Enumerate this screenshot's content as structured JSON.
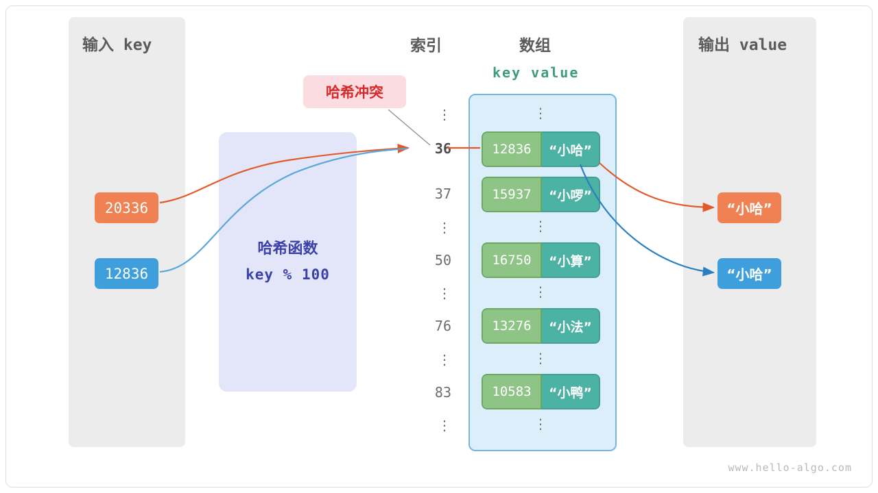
{
  "diagram": {
    "title_input": "输入 key",
    "title_output": "输出 value",
    "col_index": "索引",
    "col_array": "数组",
    "kv_header": "key  value",
    "collision_badge": "哈希冲突",
    "hash_function_title": "哈希函数",
    "hash_function_expr": "key % 100",
    "watermark": "www.hello-algo.com"
  },
  "inputs": [
    {
      "value": "20336",
      "color": "#ef8153"
    },
    {
      "value": "12836",
      "color": "#3e9fdc"
    }
  ],
  "outputs": [
    {
      "value": "“小哈”",
      "color": "#ef8153"
    },
    {
      "value": "“小哈”",
      "color": "#3e9fdc"
    }
  ],
  "rows": [
    {
      "index": "⋮",
      "type": "ellipsis"
    },
    {
      "index": "36",
      "type": "entry",
      "key": "12836",
      "value": "“小哈”",
      "highlight": true
    },
    {
      "index": "37",
      "type": "entry",
      "key": "15937",
      "value": "“小啰”",
      "highlight": false
    },
    {
      "index": "⋮",
      "type": "ellipsis"
    },
    {
      "index": "50",
      "type": "entry",
      "key": "16750",
      "value": "“小算”",
      "highlight": false
    },
    {
      "index": "⋮",
      "type": "ellipsis"
    },
    {
      "index": "76",
      "type": "entry",
      "key": "13276",
      "value": "“小法”",
      "highlight": false
    },
    {
      "index": "⋮",
      "type": "ellipsis"
    },
    {
      "index": "83",
      "type": "entry",
      "key": "10583",
      "value": "“小鸭”",
      "highlight": false
    },
    {
      "index": "⋮",
      "type": "ellipsis"
    }
  ],
  "colors": {
    "key_cell": "#8fc487",
    "value_cell": "#4cb2a4",
    "array_panel": "#ddeefb",
    "hash_box": "#e2e6f8",
    "badge_bg": "#fbdce0",
    "badge_fg": "#d62a2a",
    "orange_arrow": "#e05a2b",
    "blue_arrow": "#2a7fc0"
  }
}
